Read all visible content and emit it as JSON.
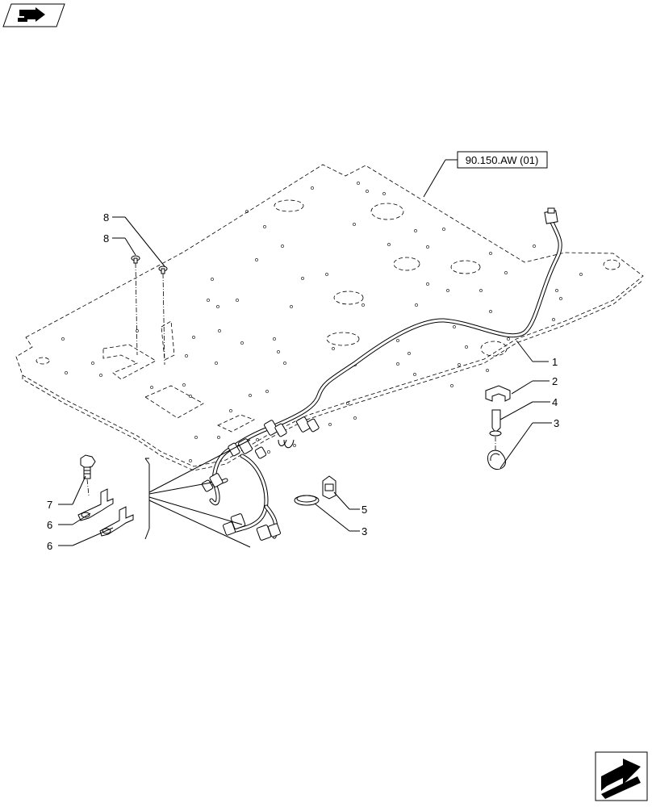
{
  "diagram": {
    "reference_label": "90.150.AW (01)",
    "callouts": [
      {
        "id": "c1",
        "text": "1"
      },
      {
        "id": "c2",
        "text": "2"
      },
      {
        "id": "c3a",
        "text": "3"
      },
      {
        "id": "c3b",
        "text": "3"
      },
      {
        "id": "c4",
        "text": "4"
      },
      {
        "id": "c5",
        "text": "5"
      },
      {
        "id": "c6a",
        "text": "6"
      },
      {
        "id": "c6b",
        "text": "6"
      },
      {
        "id": "c7",
        "text": "7"
      },
      {
        "id": "c8a",
        "text": "8"
      },
      {
        "id": "c8b",
        "text": "8"
      }
    ]
  },
  "nav": {
    "top_icon": "book-arrow-icon",
    "bottom_icon": "next-page-arrow-icon"
  }
}
